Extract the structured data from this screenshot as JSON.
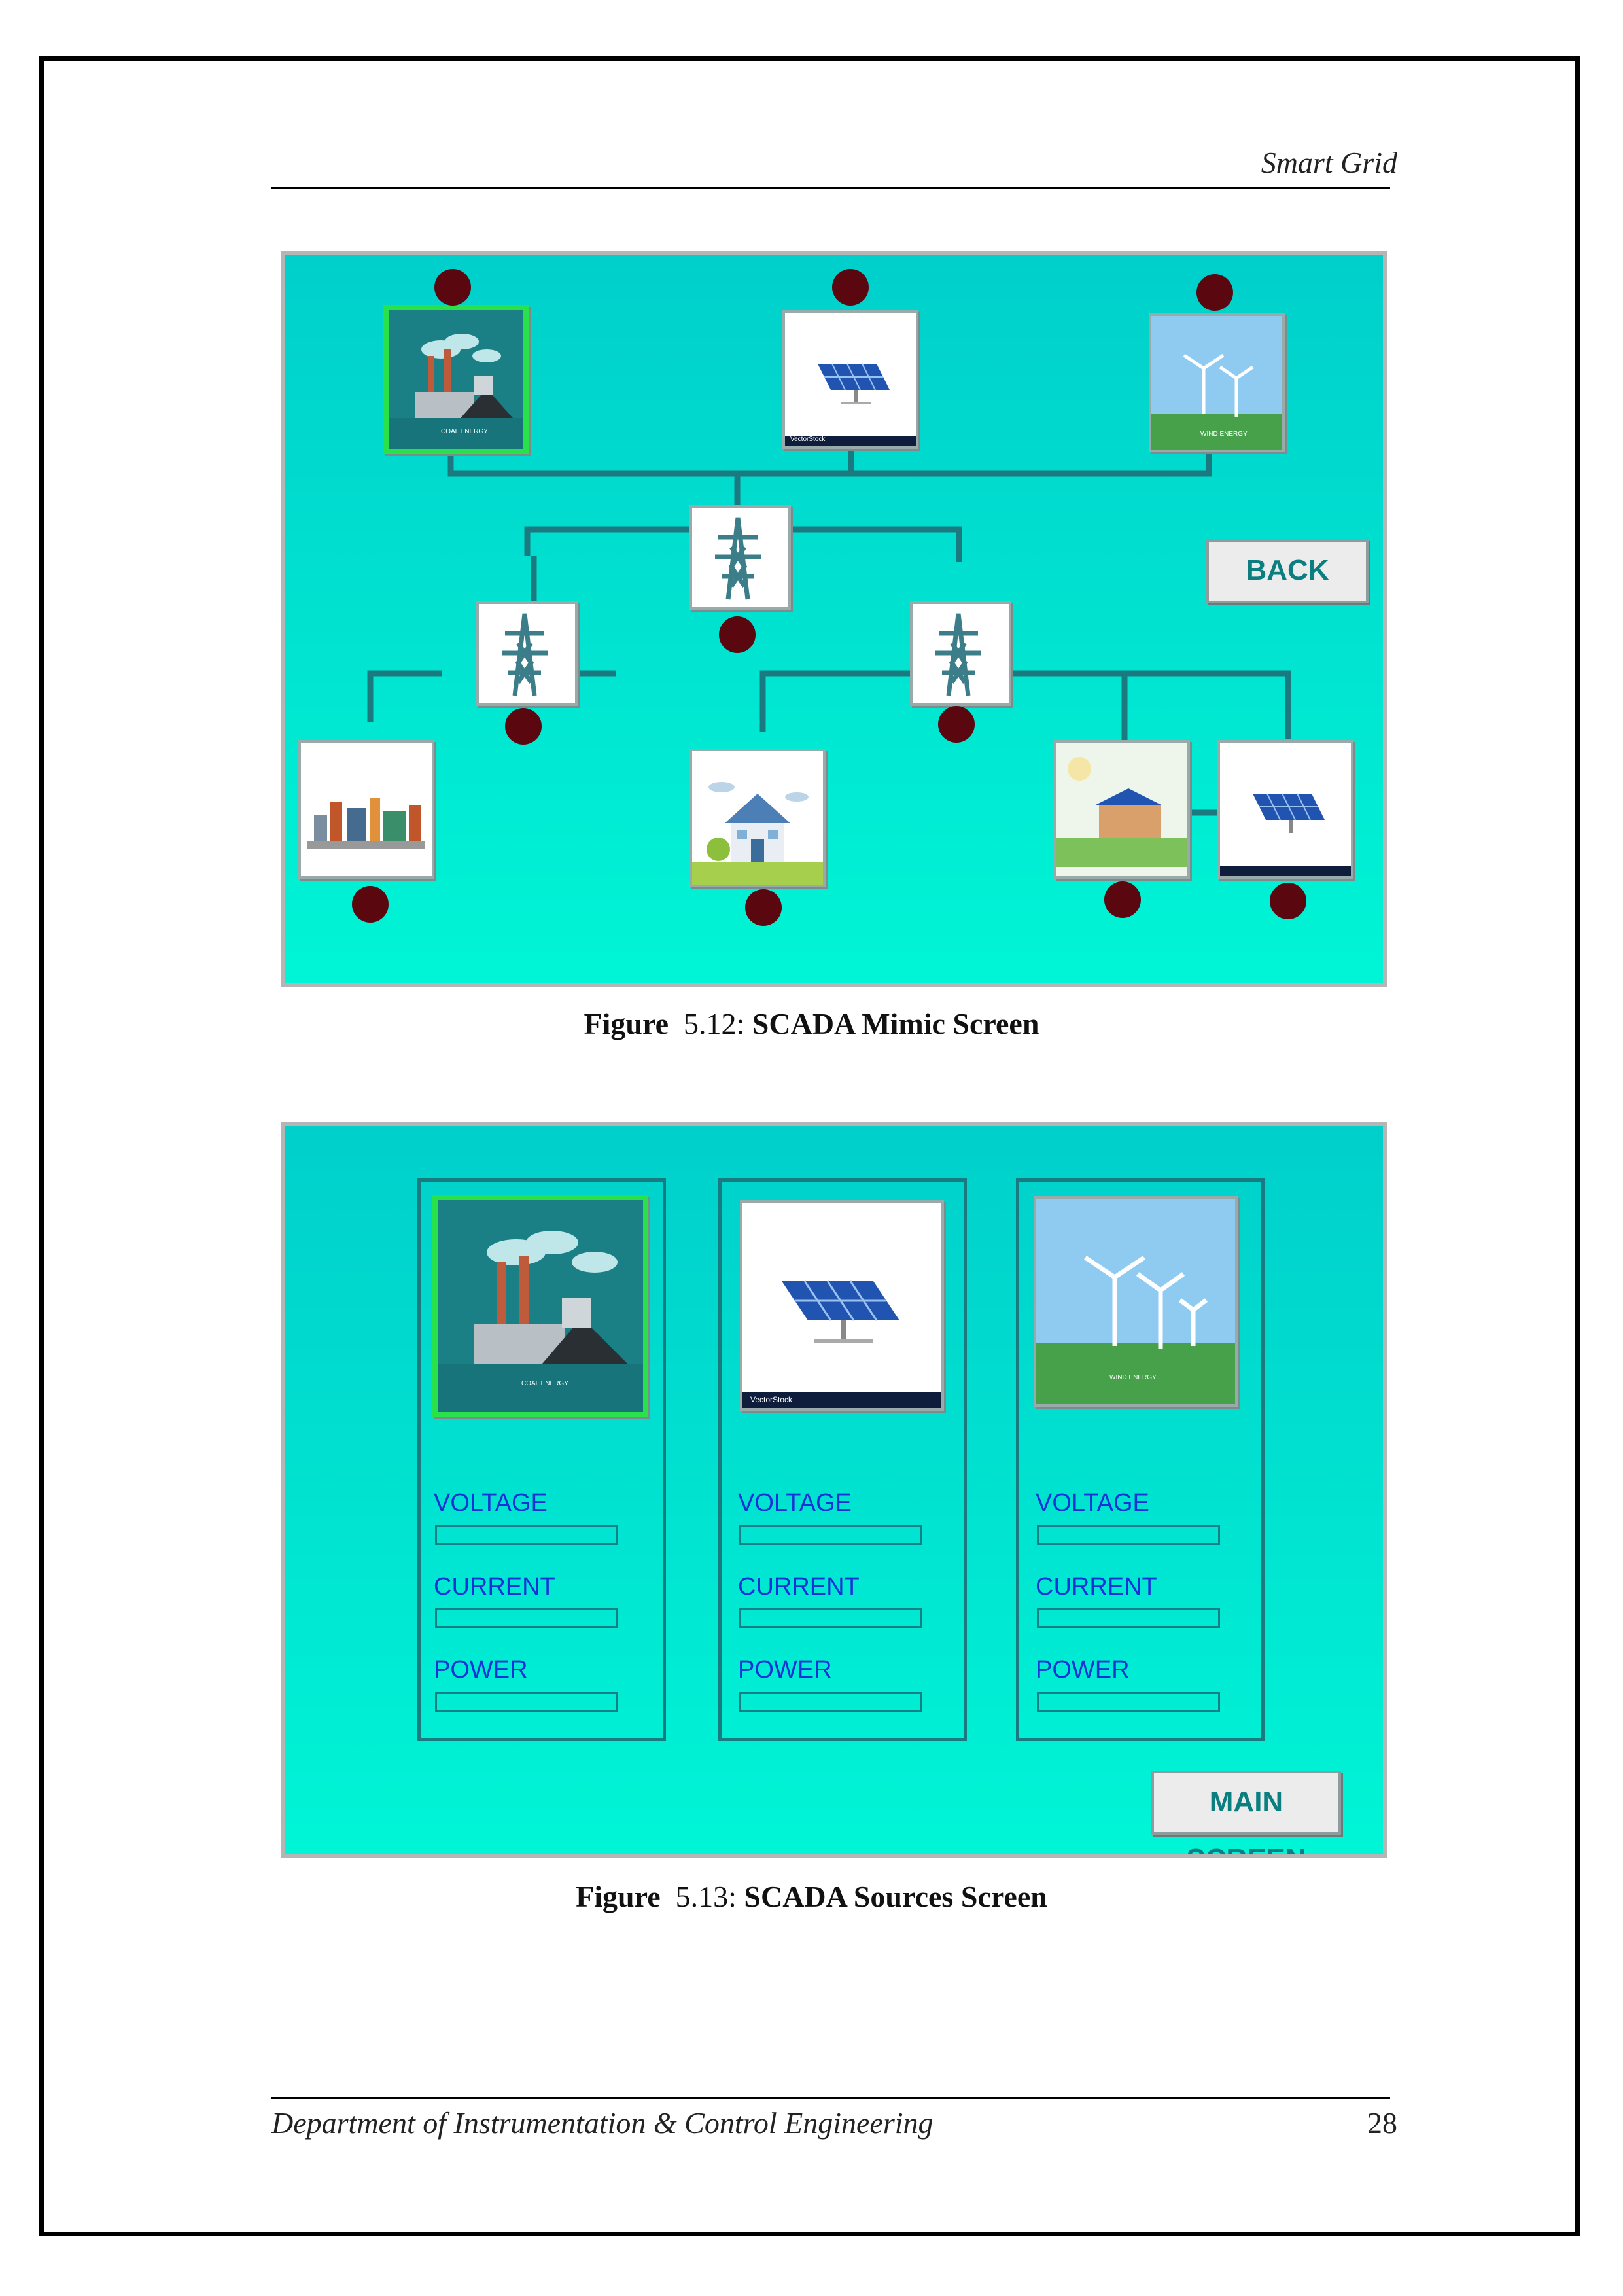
{
  "header": {
    "title": "Smart Grid"
  },
  "figures": [
    {
      "label": "Figure",
      "number": "5.12:",
      "title": "SCADA Mimic Screen"
    },
    {
      "label": "Figure",
      "number": "5.13:",
      "title": "SCADA Sources Screen"
    }
  ],
  "mimic": {
    "back_label": "BACK",
    "tile_captions": {
      "coal": "COAL ENERGY",
      "solar": "VectorStock",
      "wind": "WIND ENERGY"
    }
  },
  "sources": {
    "main_screen_label": "MAIN SCREEN",
    "panels": [
      {
        "name": "coal",
        "voltage": "VOLTAGE",
        "current": "CURRENT",
        "power": "POWER",
        "caption": "COAL ENERGY"
      },
      {
        "name": "solar",
        "voltage": "VOLTAGE",
        "current": "CURRENT",
        "power": "POWER",
        "caption": "VectorStock"
      },
      {
        "name": "wind",
        "voltage": "VOLTAGE",
        "current": "CURRENT",
        "power": "POWER",
        "caption": "WIND ENERGY"
      }
    ]
  },
  "footer": {
    "department": "Department of Instrumentation & Control Engineering",
    "page_number": "28"
  },
  "colors": {
    "screen_top": "#00cfcb",
    "screen_bottom": "#00f5d6",
    "lamp": "#5a0710",
    "selected": "#28e14b",
    "label_blue": "#1a33d6",
    "button_text": "#0b7f7f"
  }
}
